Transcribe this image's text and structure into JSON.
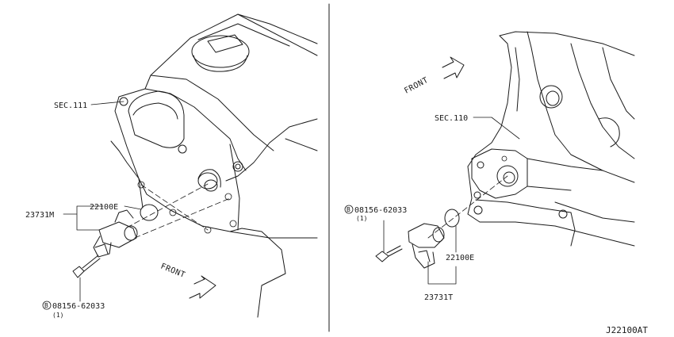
{
  "left_panel": {
    "sec_label": "SEC.111",
    "seal_label": "22100E",
    "sensor_label": "23731M",
    "bolt_label": "08156-62033",
    "bolt_qty": "(1)",
    "front_label": "FRONT",
    "bolt_marker": "B"
  },
  "right_panel": {
    "sec_label": "SEC.110",
    "seal_label": "22100E",
    "sensor_label": "23731T",
    "bolt_label": "08156-62033",
    "bolt_qty": "(1)",
    "front_label": "FRONT",
    "bolt_marker": "B"
  },
  "diagram_code": "J22100AT"
}
